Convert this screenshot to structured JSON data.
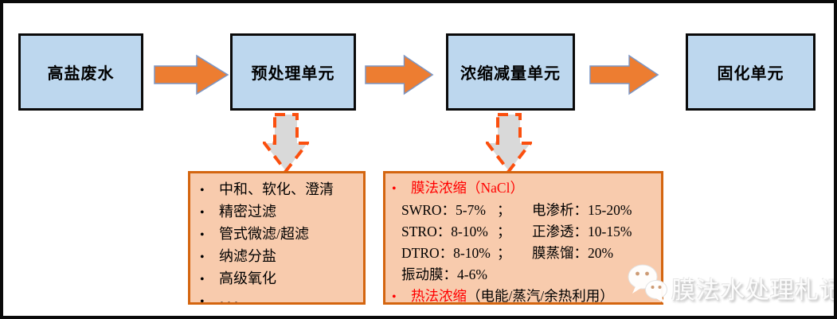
{
  "flow": {
    "boxes": [
      {
        "label": "高盐废水"
      },
      {
        "label": "预处理单元"
      },
      {
        "label": "浓缩减量单元"
      },
      {
        "label": "固化单元"
      }
    ]
  },
  "pretreatment": {
    "bullet": "•",
    "items": [
      "中和、软化、澄清",
      "精密过滤",
      "管式微滤/超滤",
      "纳滤分盐",
      "高级氧化",
      "。。。"
    ]
  },
  "concentration": {
    "bullet": "•",
    "title": "膜法浓缩（NaCl）",
    "rows": [
      {
        "left": "SWRO：5-7%",
        "sep": "；",
        "right": "电渗析：15-20%"
      },
      {
        "left": "STRO：8-10%",
        "sep": "；",
        "right": "正渗透：10-15%"
      },
      {
        "left": "DTRO：8-10%",
        "sep": "；",
        "right": "膜蒸馏：20%"
      }
    ],
    "single": "振动膜：4-6%",
    "footer_red": "热法浓缩",
    "footer_black": "（电能/蒸汽/余热利用）"
  },
  "watermark": {
    "text": "膜法水处理札记",
    "icon": "wechat-icon"
  },
  "colors": {
    "flow_box_fill": "#BDD7EE",
    "flow_box_border": "#0A0A0A",
    "arrow_fill": "#ED7D31",
    "arrow_outline": "#7A96C6",
    "detail_fill": "#F8CBAD",
    "detail_border": "#D4650F",
    "dashed_arrow_fill": "#D9D9D9",
    "dashed_arrow_border": "#FB4F0E",
    "highlight_text": "#FF0000"
  }
}
